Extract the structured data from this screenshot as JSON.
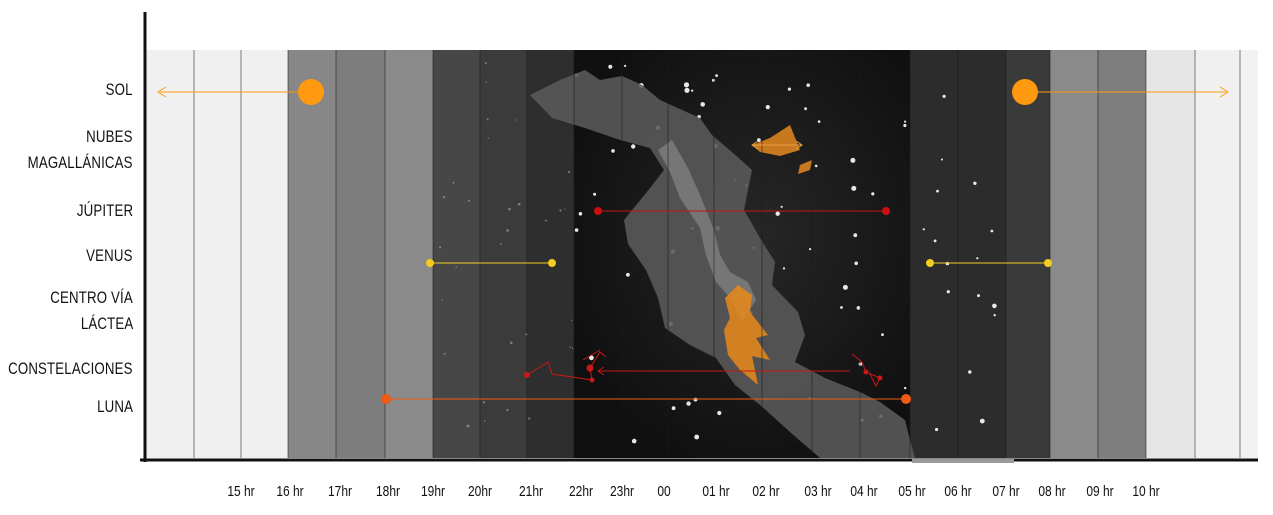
{
  "rows": [
    {
      "id": "sol",
      "lines": [
        "SOL"
      ]
    },
    {
      "id": "nubes",
      "lines": [
        "NUBES",
        "MAGALLÁNICAS"
      ]
    },
    {
      "id": "jupiter",
      "lines": [
        "JÚPITER"
      ]
    },
    {
      "id": "venus",
      "lines": [
        "VENUS"
      ]
    },
    {
      "id": "centro",
      "lines": [
        "CENTRO VÍA",
        "LÁCTEA"
      ]
    },
    {
      "id": "constelaciones",
      "lines": [
        "CONSTELACIONES"
      ]
    },
    {
      "id": "luna",
      "lines": [
        "LUNA"
      ]
    }
  ],
  "hours": [
    "15 hr",
    "16 hr",
    "17hr",
    "18hr",
    "19hr",
    "20hr",
    "21hr",
    "22hr",
    "23hr",
    "00",
    "01 hr",
    "02 hr",
    "03 hr",
    "04 hr",
    "05 hr",
    "06 hr",
    "07 hr",
    "08 hr",
    "09 hr",
    "10 hr"
  ],
  "colors": {
    "sun": "#ff9a10",
    "jupiter": "#cc1010",
    "venus": "#f5cc20",
    "milky_way": "#e8891a",
    "constellations": "#c81818",
    "moon": "#f05a14",
    "magellanic": "#c8781e"
  }
}
